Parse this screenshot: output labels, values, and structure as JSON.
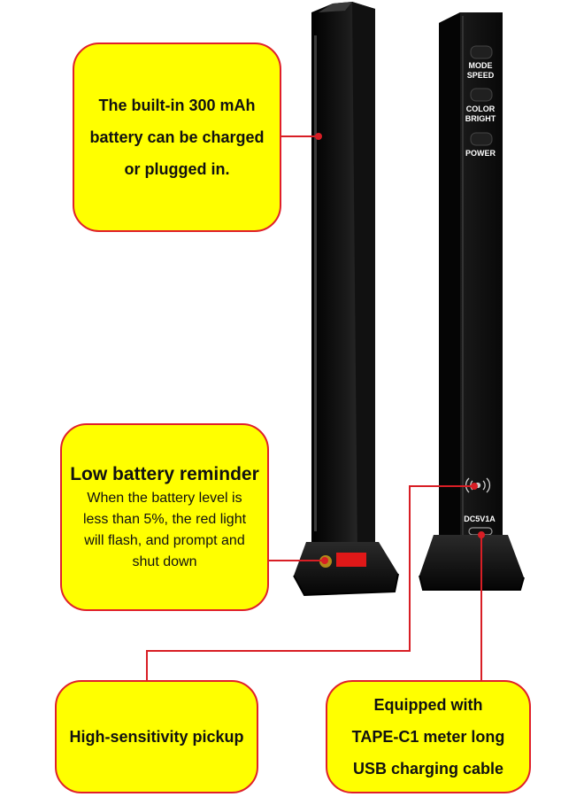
{
  "callouts": {
    "battery": {
      "lines": [
        "The built-in 300 mAh",
        "battery can be charged",
        "or plugged in."
      ]
    },
    "low_battery": {
      "title": "Low battery reminder",
      "lines": [
        "When the battery level is",
        "less than 5%, the red light",
        "will flash, and prompt and",
        "shut down"
      ]
    },
    "pickup": {
      "text": "High-sensitivity pickup"
    },
    "cable": {
      "lines": [
        "Equipped with",
        "TAPE-C1 meter long",
        "USB charging cable"
      ]
    }
  },
  "device_labels": {
    "mode_speed": [
      "MODE",
      "SPEED"
    ],
    "color_bright": [
      "COLOR",
      "BRIGHT"
    ],
    "power": "POWER",
    "port": "DC5V1A"
  },
  "colors": {
    "callout_fill": "#ffff00",
    "accent_red": "#e0202a",
    "device_black": "#0b0b0b"
  }
}
